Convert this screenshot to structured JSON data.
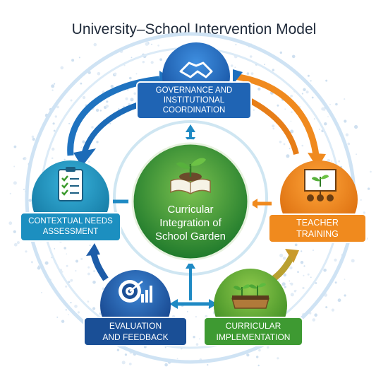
{
  "title": "University–School Intervention Model",
  "center": {
    "line1": "Curricular",
    "line2": "Integration of",
    "line3": "School Garden"
  },
  "nodes": {
    "governance": {
      "line1": "GOVERNANCE AND",
      "line2": "INSTITUTIONAL",
      "line3": "COORDINATION",
      "icon": "handshake-icon"
    },
    "needs": {
      "line1": "CONTEXTUAL NEEDS",
      "line2": "ASSESSMENT",
      "icon": "clipboard-checklist-icon"
    },
    "training": {
      "line1": "TEACHER",
      "line2": "TRAINING",
      "icon": "presentation-board-icon"
    },
    "evaluation": {
      "line1": "EVALUATION",
      "line2": "AND FEEDBACK",
      "icon": "target-chart-icon"
    },
    "implementation": {
      "line1": "CURRICULAR",
      "line2": "IMPLEMENTATION",
      "icon": "garden-bed-icon"
    }
  },
  "colors": {
    "blue": "#1f64b4",
    "teal": "#1c8fc0",
    "orange": "#f08a1e",
    "green": "#3e9a32",
    "navy": "#1a4f96"
  }
}
